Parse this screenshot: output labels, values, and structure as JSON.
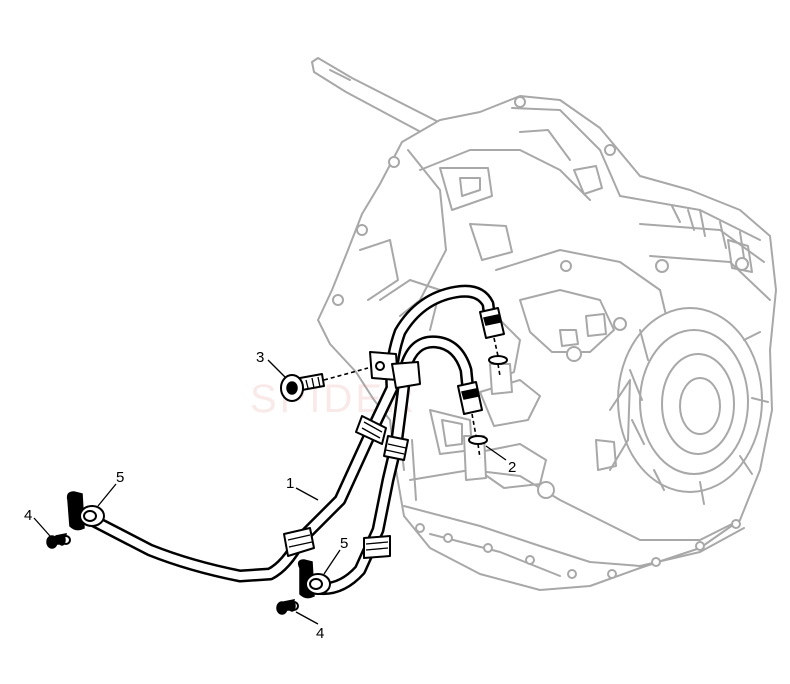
{
  "callouts": {
    "c1": "1",
    "c2": "2",
    "c3": "3",
    "c4a": "4",
    "c4b": "4",
    "c5a": "5",
    "c5b": "5"
  },
  "watermark": "SPIDER"
}
